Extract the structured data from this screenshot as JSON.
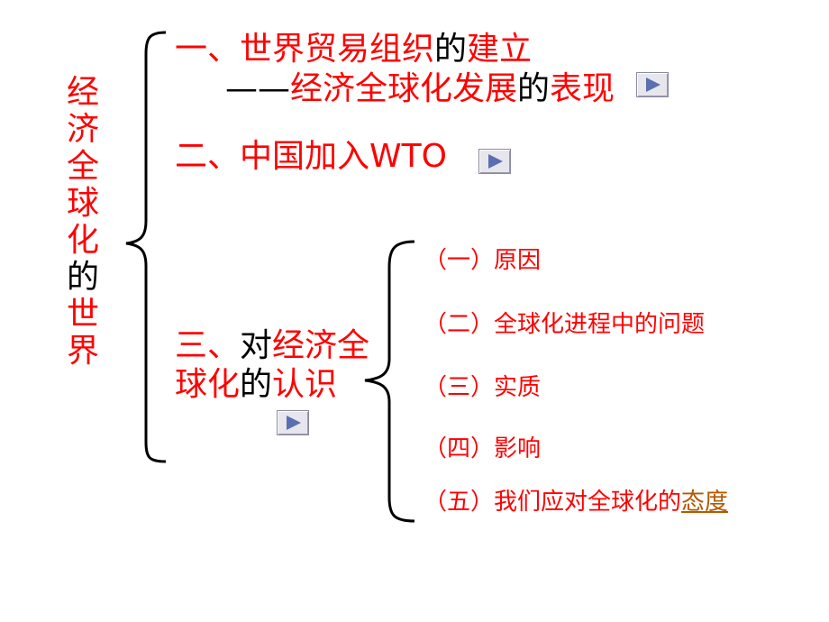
{
  "vertical_title": [
    {
      "char": "经",
      "color": "red"
    },
    {
      "char": "济",
      "color": "red"
    },
    {
      "char": "全",
      "color": "red"
    },
    {
      "char": "球",
      "color": "red"
    },
    {
      "char": "化",
      "color": "red"
    },
    {
      "char": "的",
      "color": "black"
    },
    {
      "char": "世",
      "color": "red"
    },
    {
      "char": "界",
      "color": "red"
    }
  ],
  "section1": {
    "part1": "一、世界贸易组织",
    "part2": "的",
    "part3": "建立",
    "sub_dash": "——",
    "sub_part1": "经济全球化发展",
    "sub_part2": "的",
    "sub_part3": "表现"
  },
  "section2": {
    "label": "二、中国加入WTO"
  },
  "section3": {
    "part1": "三、",
    "part2": "对",
    "part3": "经济全",
    "line2_part1": "球化",
    "line2_part2": "的",
    "line2_part3": "认识"
  },
  "subitems": [
    {
      "num": "（一）",
      "text": "原因"
    },
    {
      "num": "（二）",
      "text": "全球化进程中的问题"
    },
    {
      "num": "（三）",
      "text": "实质"
    },
    {
      "num": "（四）",
      "text": "影响"
    },
    {
      "num": "（五）",
      "text": "我们应对全球化的",
      "link": "态度"
    }
  ],
  "icons": {
    "play_button": "play-triangle-icon"
  },
  "colors": {
    "primary": "#ff0000",
    "text": "#000000",
    "link": "#b35a00",
    "button_face": "#e6e6ec",
    "triangle": "#5a6fb0"
  }
}
